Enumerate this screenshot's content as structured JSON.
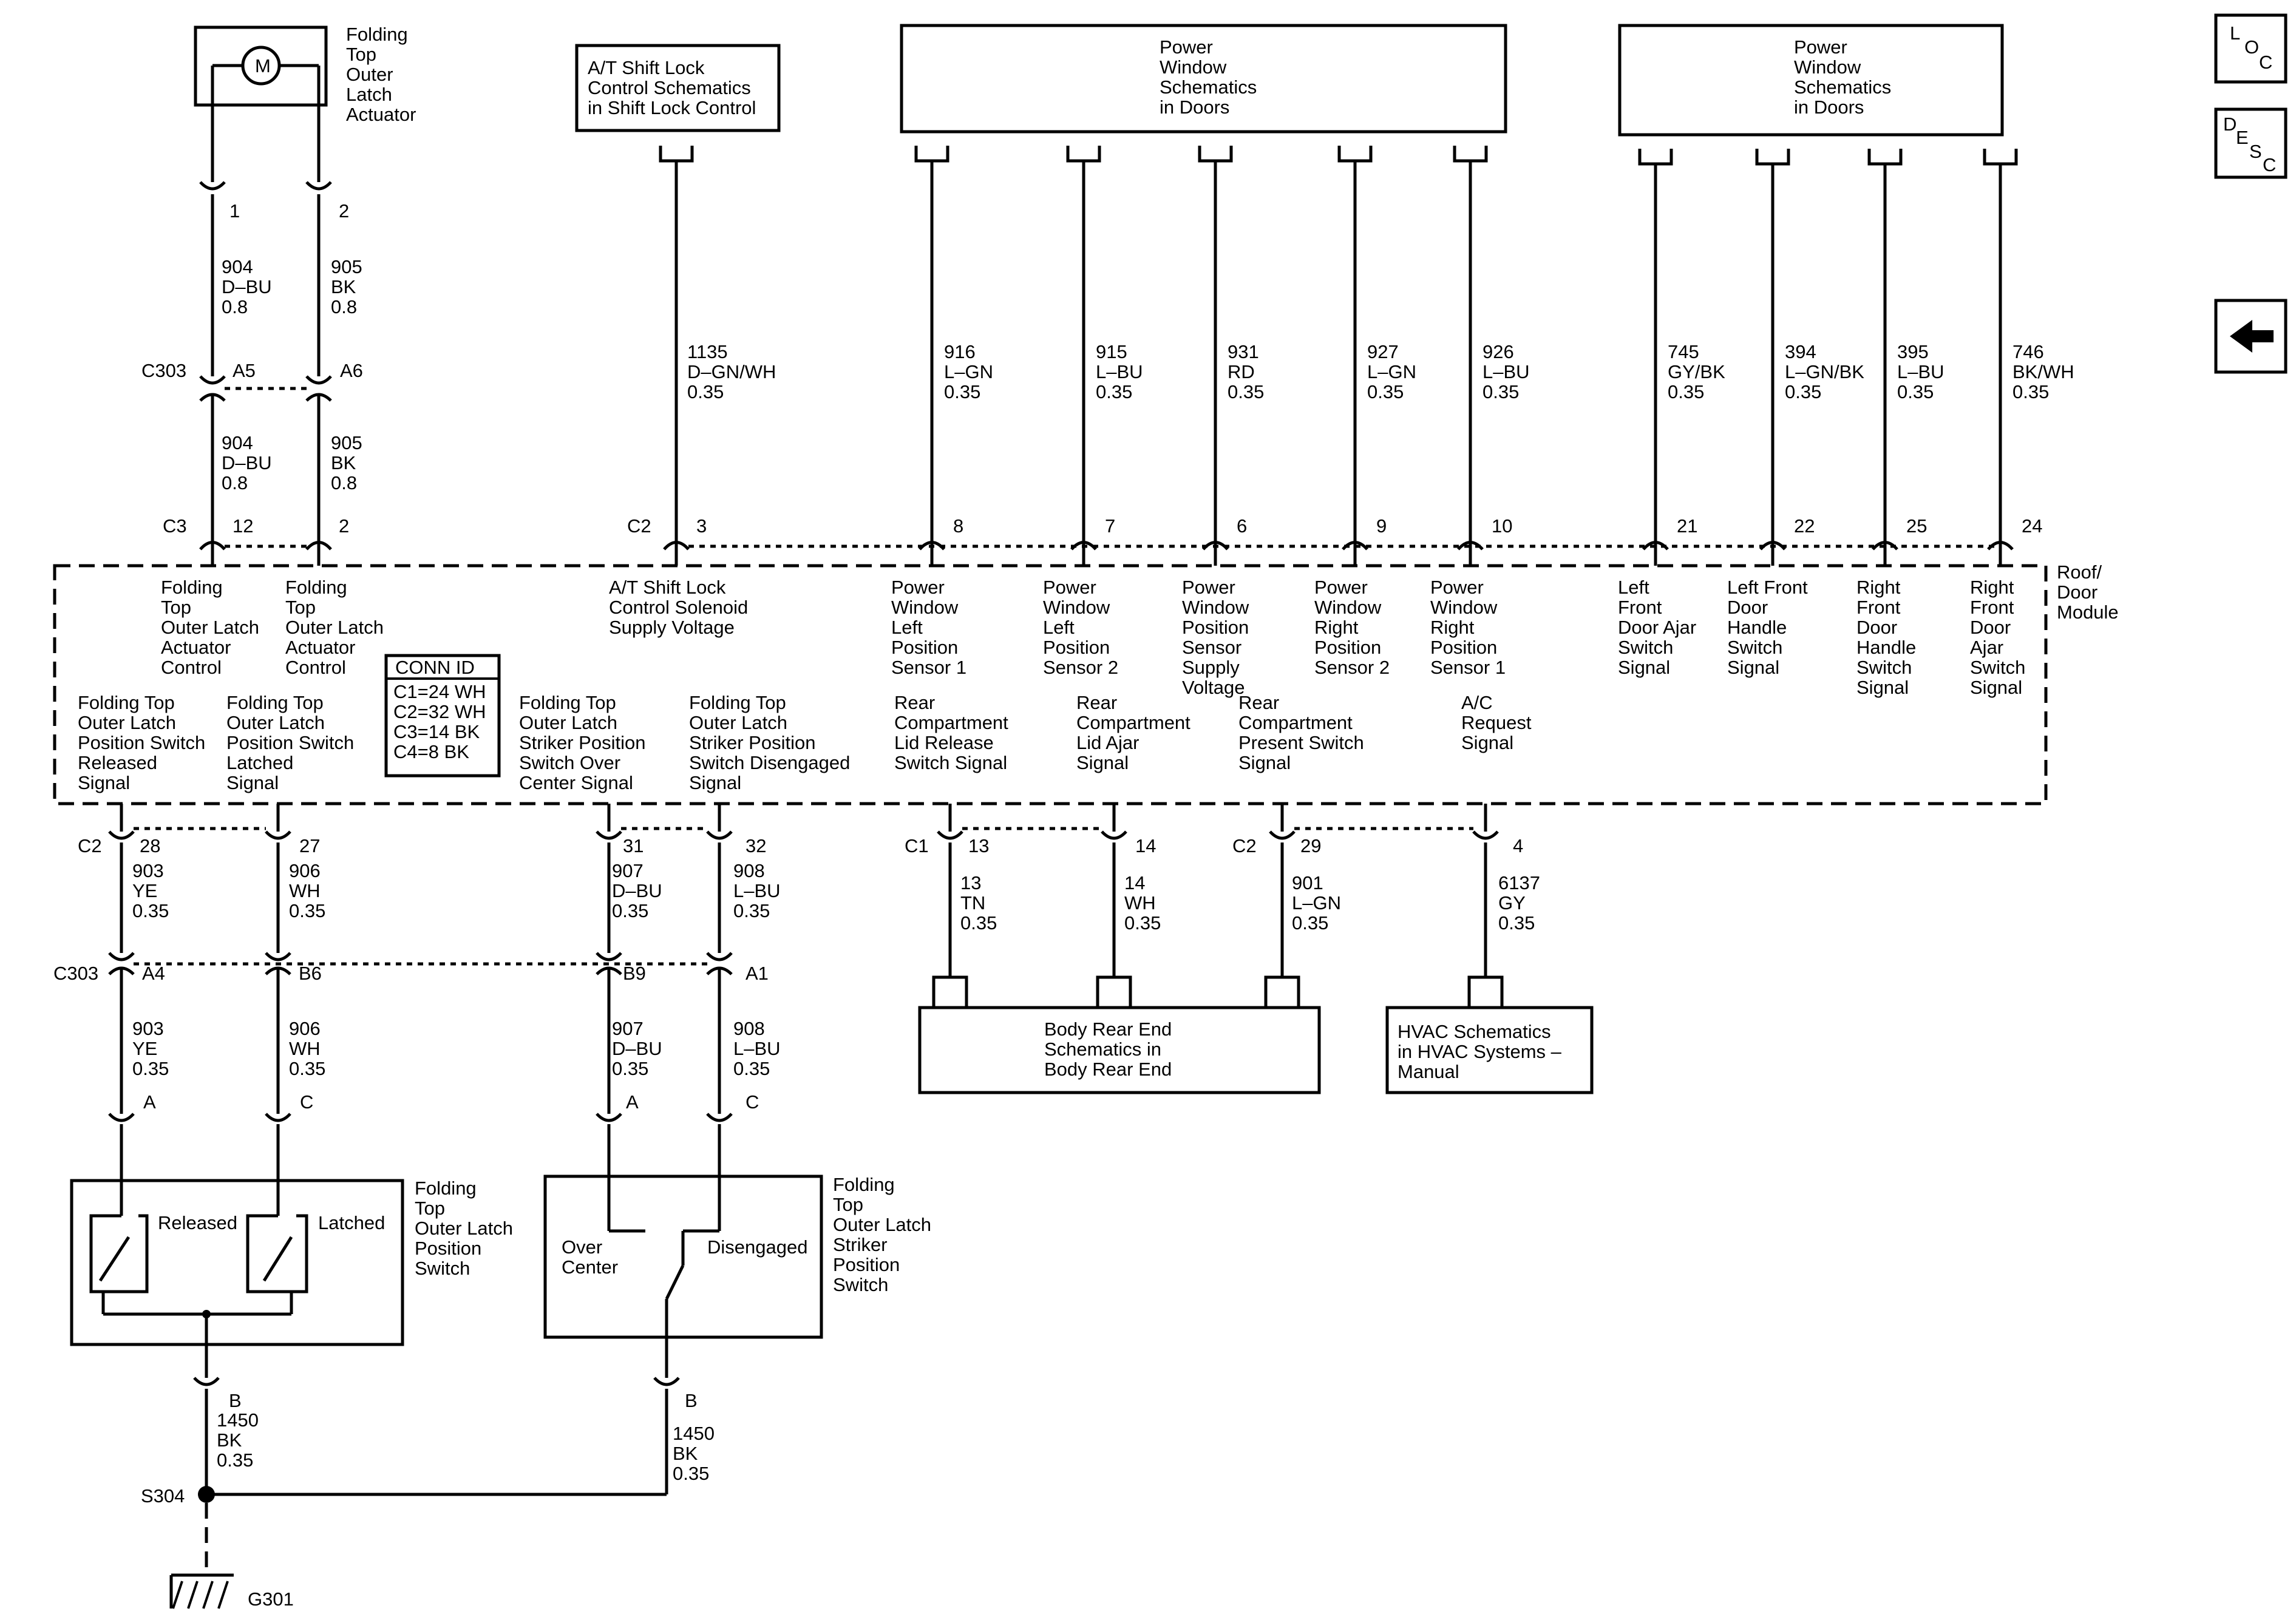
{
  "nav": {
    "loc_l": "L",
    "loc_o": "O",
    "loc_c": "C",
    "desc_d": "D",
    "desc_e": "E",
    "desc_s": "S",
    "desc_c": "C",
    "back": "back-arrow"
  },
  "module": {
    "name": [
      "Roof/",
      "Door",
      "Module"
    ],
    "conn_id": [
      "CONN ID",
      "C1=24 WH",
      "C2=32 WH",
      "C3=14 BK",
      "C4=8 BK"
    ]
  },
  "actuator": {
    "label": [
      "Folding",
      "Top",
      "Outer",
      "Latch",
      "Actuator"
    ],
    "motor": "M",
    "pins": [
      "1",
      "2"
    ],
    "wire_a": [
      "904",
      "D–BU",
      "0.8"
    ],
    "wire_b": [
      "905",
      "BK",
      "0.8"
    ],
    "c303": "C303",
    "c303_pins": [
      "A5",
      "A6"
    ],
    "wire_a2": [
      "904",
      "D–BU",
      "0.8"
    ],
    "wire_b2": [
      "905",
      "BK",
      "0.8"
    ],
    "c3": "C3",
    "c3_pins": [
      "12",
      "2"
    ],
    "func_a": [
      "Folding",
      "Top",
      "Outer Latch",
      "Actuator",
      "Control"
    ],
    "func_b": [
      "Folding",
      "Top",
      "Outer Latch",
      "Actuator",
      "Control"
    ]
  },
  "shift_lock": {
    "box": [
      "A/T Shift Lock",
      "Control Schematics",
      "in Shift Lock Control"
    ],
    "wire": [
      "1135",
      "D–GN/WH",
      "0.35"
    ],
    "conn": "C2",
    "pin": "3",
    "func": [
      "A/T Shift Lock",
      "Control Solenoid",
      "Supply Voltage"
    ]
  },
  "power_window_1": {
    "box": [
      "Power",
      "Window",
      "Schematics",
      "in Doors"
    ],
    "wires": [
      {
        "circuit": [
          "916",
          "L–GN",
          "0.35"
        ],
        "pin": "8",
        "func": [
          "Power",
          "Window",
          "Left",
          "Position",
          "Sensor 1"
        ]
      },
      {
        "circuit": [
          "915",
          "L–BU",
          "0.35"
        ],
        "pin": "7",
        "func": [
          "Power",
          "Window",
          "Left",
          "Position",
          "Sensor 2"
        ]
      },
      {
        "circuit": [
          "931",
          "RD",
          "0.35"
        ],
        "pin": "6",
        "func": [
          "Power",
          "Window",
          "Position",
          "Sensor",
          "Supply",
          "Voltage"
        ]
      },
      {
        "circuit": [
          "927",
          "L–GN",
          "0.35"
        ],
        "pin": "9",
        "func": [
          "Power",
          "Window",
          "Right",
          "Position",
          "Sensor 2"
        ]
      },
      {
        "circuit": [
          "926",
          "L–BU",
          "0.35"
        ],
        "pin": "10",
        "func": [
          "Power",
          "Window",
          "Right",
          "Position",
          "Sensor 1"
        ]
      }
    ]
  },
  "power_window_2": {
    "box": [
      "Power",
      "Window",
      "Schematics",
      "in Doors"
    ],
    "wires": [
      {
        "circuit": [
          "745",
          "GY/BK",
          "0.35"
        ],
        "pin": "21",
        "func": [
          "Left",
          "Front",
          "Door Ajar",
          "Switch",
          "Signal"
        ]
      },
      {
        "circuit": [
          "394",
          "L–GN/BK",
          "0.35"
        ],
        "pin": "22",
        "func": [
          "Left Front",
          "Door",
          "Handle",
          "Switch",
          "Signal"
        ]
      },
      {
        "circuit": [
          "395",
          "L–BU",
          "0.35"
        ],
        "pin": "25",
        "func": [
          "Right",
          "Front",
          "Door",
          "Handle",
          "Switch",
          "Signal"
        ]
      },
      {
        "circuit": [
          "746",
          "BK/WH",
          "0.35"
        ],
        "pin": "24",
        "func": [
          "Right",
          "Front",
          "Door",
          "Ajar",
          "Switch",
          "Signal"
        ]
      }
    ]
  },
  "lower_funcs": [
    [
      "Folding Top",
      "Outer Latch",
      "Position Switch",
      "Released",
      "Signal"
    ],
    [
      "Folding Top",
      "Outer Latch",
      "Position Switch",
      "Latched",
      "Signal"
    ],
    [
      "Folding Top",
      "Outer Latch",
      "Striker Position",
      "Switch Over",
      "Center Signal"
    ],
    [
      "Folding Top",
      "Outer Latch",
      "Striker Position",
      "Switch Disengaged",
      "Signal"
    ],
    [
      "Rear",
      "Compartment",
      "Lid Release",
      "Switch Signal"
    ],
    [
      "Rear",
      "Compartment",
      "Lid Ajar",
      "Signal"
    ],
    [
      "Rear",
      "Compartment",
      "Present Switch",
      "Signal"
    ],
    [
      "A/C",
      "Request",
      "Signal"
    ]
  ],
  "latch_switch": {
    "conn_top": "C2",
    "pins_top": [
      "28",
      "27"
    ],
    "wire_a": [
      "903",
      "YE",
      "0.35"
    ],
    "wire_b": [
      "906",
      "WH",
      "0.35"
    ],
    "c303": "C303",
    "c303_pins": [
      "A4",
      "B6"
    ],
    "wire_a2": [
      "903",
      "YE",
      "0.35"
    ],
    "wire_b2": [
      "906",
      "WH",
      "0.35"
    ],
    "pins": [
      "A",
      "C"
    ],
    "pos_a": "Released",
    "pos_b": "Latched",
    "label": [
      "Folding",
      "Top",
      "Outer Latch",
      "Position",
      "Switch"
    ],
    "ground_pin": "B"
  },
  "striker_switch": {
    "pins_top": [
      "31",
      "32"
    ],
    "wire_a": [
      "907",
      "D–BU",
      "0.35"
    ],
    "wire_b": [
      "908",
      "L–BU",
      "0.35"
    ],
    "c303_pins": [
      "B9",
      "A1"
    ],
    "wire_a2": [
      "907",
      "D–BU",
      "0.35"
    ],
    "wire_b2": [
      "908",
      "L–BU",
      "0.35"
    ],
    "pins": [
      "A",
      "C"
    ],
    "pos_a": [
      "Over",
      "Center"
    ],
    "pos_b": "Disengaged",
    "label": [
      "Folding",
      "Top",
      "Outer Latch",
      "Striker",
      "Position",
      "Switch"
    ],
    "ground_pin": "B"
  },
  "rear_end": {
    "conn": "C1",
    "pins": [
      "13",
      "14"
    ],
    "wire_a": [
      "13",
      "TN",
      "0.35"
    ],
    "wire_b": [
      "14",
      "WH",
      "0.35"
    ],
    "box": [
      "Body Rear End",
      "Schematics in",
      "Body Rear End"
    ]
  },
  "rear_present": {
    "conn": "C2",
    "pin": "29",
    "wire": [
      "901",
      "L–GN",
      "0.35"
    ]
  },
  "hvac": {
    "pin": "4",
    "wire": [
      "6137",
      "GY",
      "0.35"
    ],
    "box": [
      "HVAC Schematics",
      "in HVAC Systems –",
      "Manual"
    ]
  },
  "ground": {
    "wire_left": [
      "1450",
      "BK",
      "0.35"
    ],
    "wire_right": [
      "1450",
      "BK",
      "0.35"
    ],
    "splice": "S304",
    "ground": "G301"
  }
}
